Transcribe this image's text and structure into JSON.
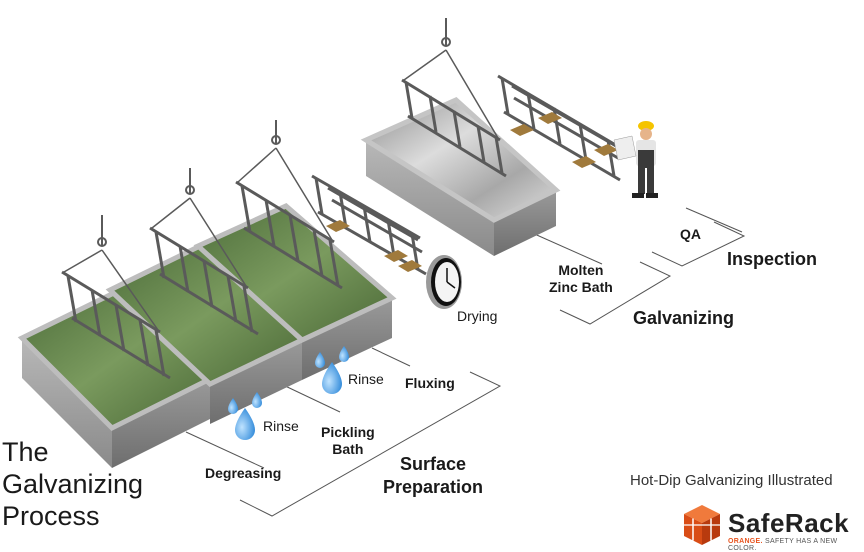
{
  "title_lines": [
    "The",
    "Galvanizing",
    "Process"
  ],
  "subtitle": "Hot-Dip Galvanizing Illustrated",
  "brand": {
    "name": "SafeRack",
    "tagline_accent": "ORANGE.",
    "tagline_rest": " SAFETY HAS A NEW COLOR.",
    "color": "#e8541e"
  },
  "labels": {
    "degreasing": "Degreasing",
    "rinse_1": "Rinse",
    "pickling_1": "Pickling",
    "pickling_2": "Bath",
    "rinse_2": "Rinse",
    "fluxing": "Fluxing",
    "drying": "Drying",
    "zinc_1": "Molten",
    "zinc_2": "Zinc Bath",
    "qa": "QA"
  },
  "groups": {
    "surface_prep_1": "Surface",
    "surface_prep_2": "Preparation",
    "galvanizing": "Galvanizing",
    "inspection": "Inspection"
  },
  "colors": {
    "tank_side": "#9e9e9e",
    "tank_top": "#c9c9c9",
    "liquid": "#5a7a45",
    "zinc": "#b8b8b8",
    "water": "#4a9ee0",
    "hardhat": "#f5c400"
  }
}
